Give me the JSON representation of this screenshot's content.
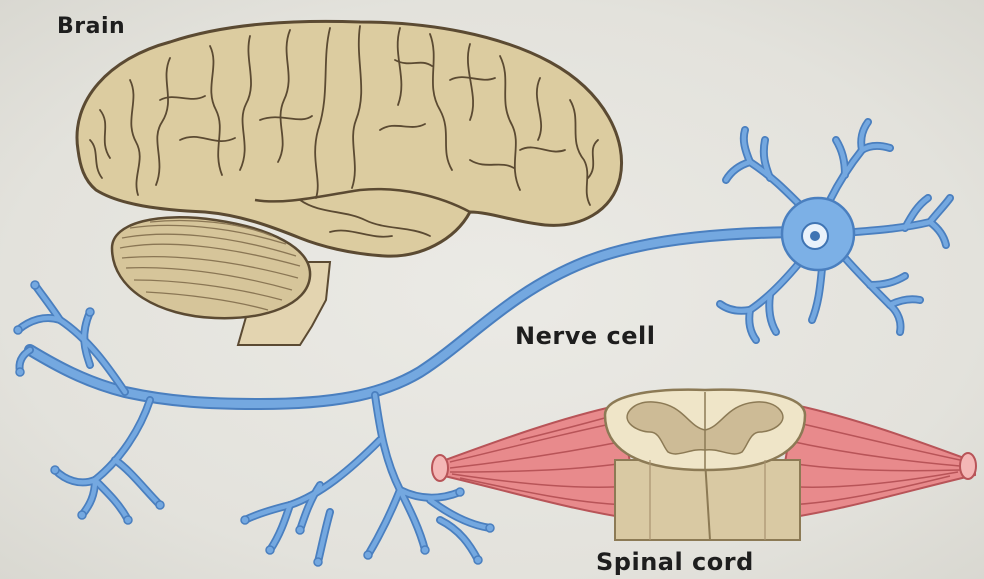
{
  "labels": {
    "brain": "Brain",
    "nerve_cell": "Nerve cell",
    "spinal_cord": "Spinal cord"
  },
  "colors": {
    "background": "#e6e5df",
    "brain_fill": "#dccca0",
    "brain_outline": "#5b4a32",
    "neuron_fill": "#6fa3dc",
    "neuron_outline": "#3f74b3",
    "muscle_fill": "#e88a8c",
    "spinal_fill": "#e8dcc0",
    "grey_matter": "#cdbb96"
  },
  "icons": {
    "brain": "brain-illustration",
    "neuron": "nerve-cell-illustration",
    "spinal_cord": "spinal-cord-illustration"
  }
}
